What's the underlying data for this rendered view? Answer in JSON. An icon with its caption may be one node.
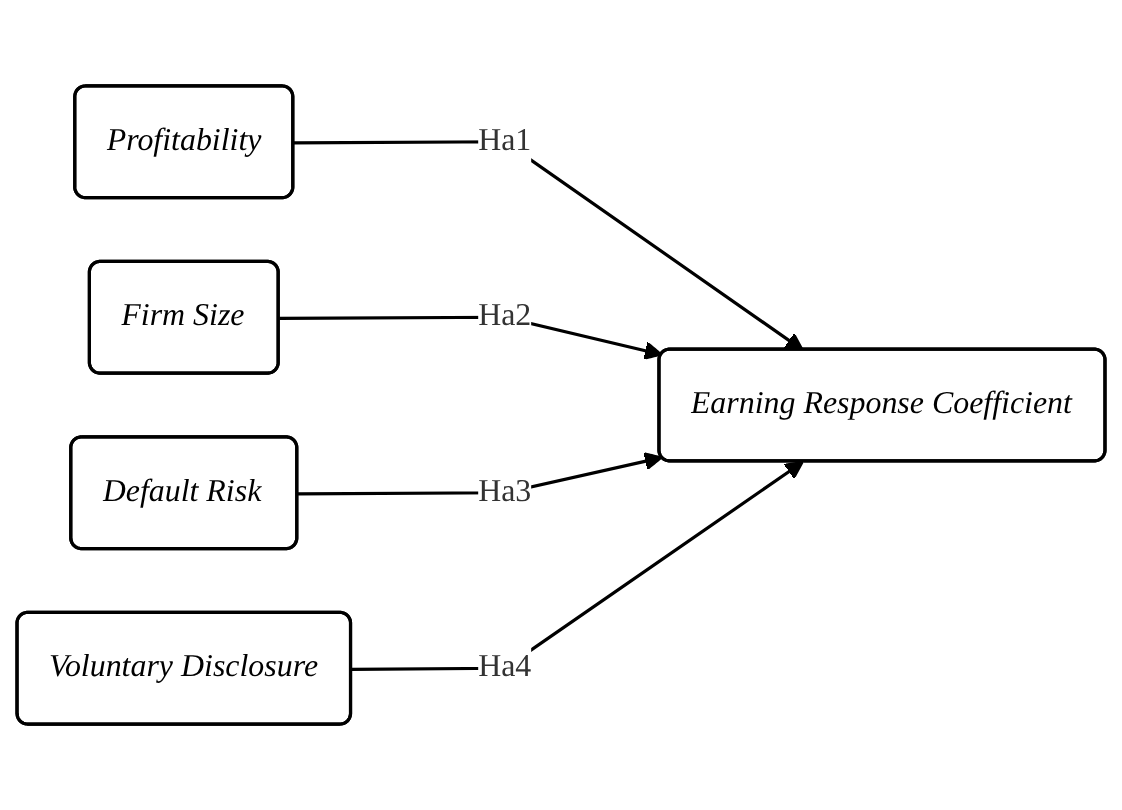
{
  "diagram": {
    "nodes": [
      {
        "text": [
          "Profitability"
        ]
      },
      {
        "text": [
          "Firm Size"
        ]
      },
      {
        "text": [
          "Default Risk"
        ]
      },
      {
        "text": [
          "Voluntary Disclosure"
        ]
      },
      {
        "text": [
          "Earning Response Coefficient"
        ]
      }
    ],
    "edges": [
      {
        "from": 0,
        "to": 4,
        "arrow": "to",
        "label": "Ha1"
      },
      {
        "from": 1,
        "to": 4,
        "arrow": "to",
        "label": "Ha2"
      },
      {
        "from": 2,
        "to": 4,
        "arrow": "to",
        "label": "Ha3"
      },
      {
        "from": 3,
        "to": 4,
        "arrow": "to",
        "label": "Ha4"
      }
    ]
  }
}
